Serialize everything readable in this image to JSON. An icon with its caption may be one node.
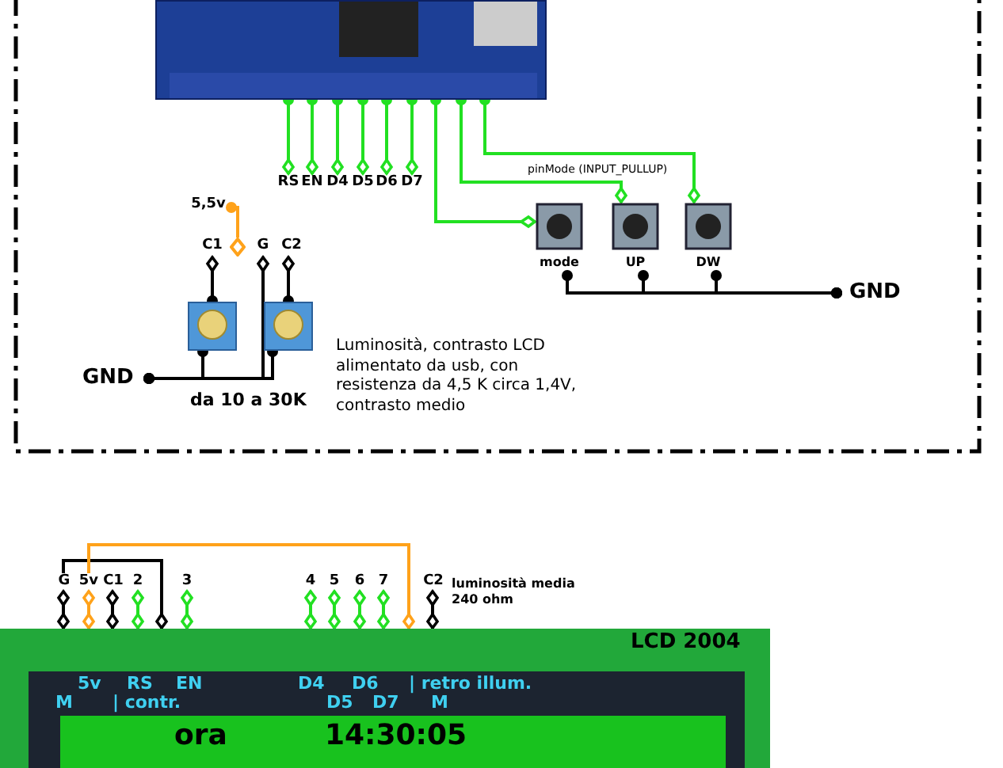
{
  "diagram": {
    "nodes": [
      {
        "text": [],
        "shape": "picture"
      },
      {
        "text": [
          "RS"
        ]
      },
      {
        "text": [
          "EN"
        ]
      },
      {
        "text": [
          "D4"
        ]
      },
      {
        "text": [
          "D5"
        ]
      },
      {
        "text": [
          "D6"
        ]
      },
      {
        "text": [
          "D7"
        ]
      },
      {
        "text": [
          "mode"
        ]
      },
      {
        "text": [
          "UP"
        ]
      },
      {
        "text": [
          "DW"
        ]
      },
      {
        "text": [
          "GND"
        ]
      },
      {
        "text": [
          "5,5v"
        ]
      },
      {
        "text": [],
        "shape": "diamond"
      },
      {
        "text": [
          "C1"
        ]
      },
      {
        "text": [
          "G"
        ]
      },
      {
        "text": [
          "C2"
        ]
      },
      {
        "text": [],
        "shape": "picture"
      },
      {
        "text": [],
        "shape": "picture"
      },
      {
        "text": [
          "GND"
        ]
      },
      {
        "text": [
          "LCD 2004"
        ]
      },
      {
        "text": [
          "G"
        ]
      },
      {
        "text": [
          "5v"
        ]
      },
      {
        "text": [
          "C1"
        ]
      },
      {
        "text": [
          "2"
        ]
      },
      {
        "text": [
          "3"
        ]
      },
      {
        "text": [
          "4"
        ]
      },
      {
        "text": [
          "5"
        ]
      },
      {
        "text": [
          "6"
        ]
      },
      {
        "text": [
          "7"
        ]
      },
      {
        "text": [
          "C2"
        ],
        "beside": [
          "luminosità media 240 ohm"
        ]
      }
    ],
    "edges": [
      {
        "from": 0,
        "to": 1,
        "arrow": "other"
      },
      {
        "from": 0,
        "to": 2,
        "arrow": "other"
      },
      {
        "from": 0,
        "to": 3,
        "arrow": "other"
      },
      {
        "from": 0,
        "to": 4,
        "arrow": "other"
      },
      {
        "from": 0,
        "to": 5,
        "arrow": "other"
      },
      {
        "from": 0,
        "to": 6,
        "arrow": "other"
      },
      {
        "from": 0,
        "to": 7,
        "arrow": "other"
      },
      {
        "from": 0,
        "to": 8,
        "arrow": "other",
        "label": "pinMode (INPUT_PULLUP)"
      },
      {
        "from": 0,
        "to": 9,
        "arrow": "other"
      },
      {
        "from": 7,
        "to": 10,
        "arrow": "other",
        "color": "#000000"
      },
      {
        "from": 8,
        "to": 10,
        "arrow": "other",
        "color": "#000000"
      },
      {
        "from": 9,
        "to": 10,
        "arrow": "other",
        "color": "#000000"
      },
      {
        "from": 11,
        "to": 12,
        "arrow": "other",
        "color": "#ffa21a"
      },
      {
        "from": 13,
        "to": 16,
        "arrow": "other",
        "color": "#000000"
      },
      {
        "from": 14,
        "to": 18,
        "arrow": "other",
        "color": "#000000"
      },
      {
        "from": 15,
        "to": 17,
        "arrow": "other",
        "color": "#000000"
      },
      {
        "from": 16,
        "to": 18,
        "arrow": "other",
        "color": "#000000"
      },
      {
        "from": 17,
        "to": 18,
        "arrow": "other",
        "color": "#000000"
      },
      {
        "from": 20,
        "to": 19,
        "arrow": "other",
        "color": "#000000"
      },
      {
        "from": 20,
        "to": 19,
        "arrow": "other",
        "color": "#000000"
      },
      {
        "from": 21,
        "to": 19,
        "arrow": "other",
        "color": "#ffa21a"
      },
      {
        "from": 21,
        "to": 19,
        "arrow": "other",
        "color": "#ffa21a"
      },
      {
        "from": 22,
        "to": 19,
        "arrow": "other",
        "color": "#000000"
      },
      {
        "from": 23,
        "to": 19,
        "arrow": "other"
      },
      {
        "from": 24,
        "to": 19,
        "arrow": "other"
      },
      {
        "from": 25,
        "to": 19,
        "arrow": "other"
      },
      {
        "from": 26,
        "to": 19,
        "arrow": "other"
      },
      {
        "from": 27,
        "to": 19,
        "arrow": "other"
      },
      {
        "from": 28,
        "to": 19,
        "arrow": "other"
      },
      {
        "from": 29,
        "to": 19,
        "arrow": "other",
        "color": "#000000"
      }
    ],
    "labels": [
      "da 10 a 30K",
      "Luminosità, contrasto LCD alimentato da usb, con resistenza da 4,5 K circa 1,4V, contrasto medio",
      "5v",
      "RS",
      "EN",
      "D4",
      "D6",
      "| retro illum.",
      "M",
      "| contr.",
      "D5",
      "D7",
      "M",
      "ora",
      "14:30:05"
    ]
  }
}
